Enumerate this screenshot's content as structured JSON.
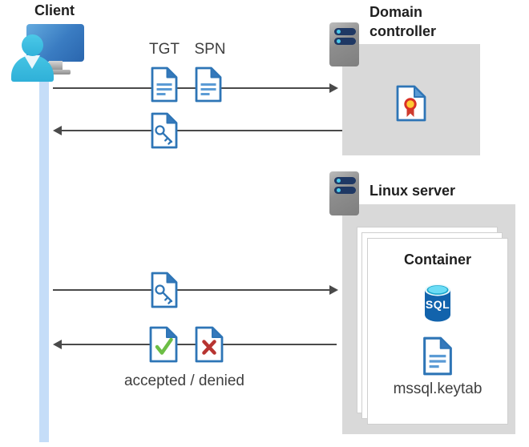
{
  "client": {
    "title": "Client"
  },
  "domain_controller": {
    "title": "Domain controller"
  },
  "linux_server": {
    "title": "Linux server"
  },
  "container": {
    "title": "Container",
    "sql_label": "SQL",
    "keytab_file": "mssql.keytab"
  },
  "flows": {
    "tgt_label": "TGT",
    "spn_label": "SPN",
    "response_label": "accepted / denied"
  },
  "colors": {
    "doc_border": "#2e75b6",
    "doc_fold": "#3579bc",
    "doc_lines": "#5b9bd5",
    "lifeline": "#c5ddf8",
    "arrow": "#4a4a4a",
    "box_gray": "#d9d9d9",
    "accept_green": "#6cbe45",
    "deny_red": "#b73431",
    "sql_body_blue": "#1263ac",
    "sql_top_cyan": "#6bdcf5",
    "person_cyan": "#3abce0",
    "monitor_blue": "#3a7cc2",
    "server_pill_navy": "#1f3864",
    "cert_gold": "#ffc933",
    "cert_ring_red": "#d93025"
  }
}
